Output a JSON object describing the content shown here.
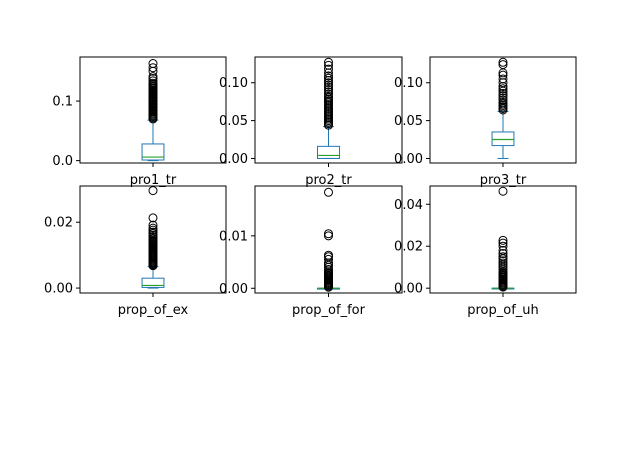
{
  "chart_data": [
    {
      "type": "box",
      "categories": [
        "pro1_tr"
      ],
      "ylim": [
        -0.004,
        0.174
      ],
      "yticks": [
        0.0,
        0.1
      ],
      "ytick_labels": [
        "0.0",
        "0.1"
      ],
      "box": {
        "whislo": 0.0,
        "q1": 0.001,
        "med": 0.006,
        "q3": 0.028,
        "whishi": 0.068
      },
      "fliers": [
        0.07,
        0.072,
        0.074,
        0.076,
        0.078,
        0.08,
        0.082,
        0.084,
        0.086,
        0.088,
        0.09,
        0.092,
        0.094,
        0.096,
        0.098,
        0.1,
        0.102,
        0.104,
        0.106,
        0.108,
        0.11,
        0.112,
        0.114,
        0.116,
        0.118,
        0.12,
        0.122,
        0.124,
        0.126,
        0.128,
        0.13,
        0.134,
        0.138,
        0.141,
        0.15,
        0.156,
        0.163
      ]
    },
    {
      "type": "box",
      "categories": [
        "pro2_tr"
      ],
      "ylim": [
        -0.006,
        0.134
      ],
      "yticks": [
        0.0,
        0.05,
        0.1
      ],
      "ytick_labels": [
        "0.00",
        "0.05",
        "0.10"
      ],
      "box": {
        "whislo": 0.0,
        "q1": 0.0,
        "med": 0.004,
        "q3": 0.016,
        "whishi": 0.042
      },
      "fliers": [
        0.044,
        0.046,
        0.048,
        0.05,
        0.052,
        0.054,
        0.056,
        0.058,
        0.06,
        0.062,
        0.064,
        0.066,
        0.068,
        0.07,
        0.072,
        0.074,
        0.076,
        0.078,
        0.08,
        0.082,
        0.085,
        0.088,
        0.091,
        0.094,
        0.097,
        0.1,
        0.103,
        0.106,
        0.109,
        0.113,
        0.118,
        0.123,
        0.127
      ]
    },
    {
      "type": "box",
      "categories": [
        "pro3_tr"
      ],
      "ylim": [
        -0.006,
        0.134
      ],
      "yticks": [
        0.0,
        0.05,
        0.1
      ],
      "ytick_labels": [
        "0.00",
        "0.05",
        "0.10"
      ],
      "box": {
        "whislo": 0.0,
        "q1": 0.017,
        "med": 0.025,
        "q3": 0.035,
        "whishi": 0.062
      },
      "fliers": [
        0.064,
        0.066,
        0.068,
        0.07,
        0.072,
        0.074,
        0.077,
        0.08,
        0.083,
        0.086,
        0.089,
        0.092,
        0.095,
        0.1,
        0.105,
        0.11,
        0.113,
        0.124,
        0.127
      ]
    },
    {
      "type": "box",
      "categories": [
        "prop_of_ex"
      ],
      "ylim": [
        -0.0015,
        0.031
      ],
      "yticks": [
        0.0,
        0.02
      ],
      "ytick_labels": [
        "0.00",
        "0.02"
      ],
      "box": {
        "whislo": 0.0,
        "q1": 0.0002,
        "med": 0.0008,
        "q3": 0.003,
        "whishi": 0.0065
      },
      "fliers": [
        0.0068,
        0.0071,
        0.0074,
        0.0077,
        0.008,
        0.0083,
        0.0086,
        0.0089,
        0.0092,
        0.0095,
        0.0098,
        0.0101,
        0.0104,
        0.0107,
        0.011,
        0.0113,
        0.0116,
        0.0119,
        0.0122,
        0.0125,
        0.0128,
        0.0131,
        0.0134,
        0.0137,
        0.014,
        0.0143,
        0.0146,
        0.015,
        0.0155,
        0.016,
        0.0165,
        0.017,
        0.0176,
        0.0182,
        0.0191,
        0.0213,
        0.0296
      ]
    },
    {
      "type": "box",
      "categories": [
        "prop_of_for"
      ],
      "ylim": [
        -0.0009,
        0.0195
      ],
      "yticks": [
        0.0,
        0.01
      ],
      "ytick_labels": [
        "0.00",
        "0.01"
      ],
      "box": {
        "whislo": 0.0,
        "q1": 0.0,
        "med": 0.0,
        "q3": 0.0,
        "whishi": 0.0
      },
      "fliers": [
        0.0002,
        0.0004,
        0.0006,
        0.0008,
        0.001,
        0.0012,
        0.0014,
        0.0016,
        0.0018,
        0.002,
        0.0022,
        0.0024,
        0.0026,
        0.0028,
        0.003,
        0.0033,
        0.0036,
        0.004,
        0.0044,
        0.0048,
        0.0055,
        0.006,
        0.0063,
        0.01,
        0.0104,
        0.0183
      ]
    },
    {
      "type": "box",
      "categories": [
        "prop_of_uh"
      ],
      "ylim": [
        -0.0023,
        0.0487
      ],
      "yticks": [
        0.0,
        0.02,
        0.04
      ],
      "ytick_labels": [
        "0.00",
        "0.02",
        "0.04"
      ],
      "box": {
        "whislo": 0.0,
        "q1": 0.0,
        "med": 0.0,
        "q3": 0.0,
        "whishi": 0.0
      },
      "fliers": [
        0.0005,
        0.001,
        0.0015,
        0.002,
        0.0025,
        0.003,
        0.0035,
        0.004,
        0.0045,
        0.005,
        0.0055,
        0.006,
        0.0065,
        0.007,
        0.0075,
        0.008,
        0.009,
        0.01,
        0.011,
        0.012,
        0.013,
        0.014,
        0.015,
        0.0165,
        0.018,
        0.02,
        0.0215,
        0.0228,
        0.0462
      ]
    }
  ],
  "colors": {
    "box": "#1f77b4",
    "median": "#2ca02c",
    "flier_edge": "#000000",
    "axes": "#000000",
    "background": "#ffffff"
  }
}
